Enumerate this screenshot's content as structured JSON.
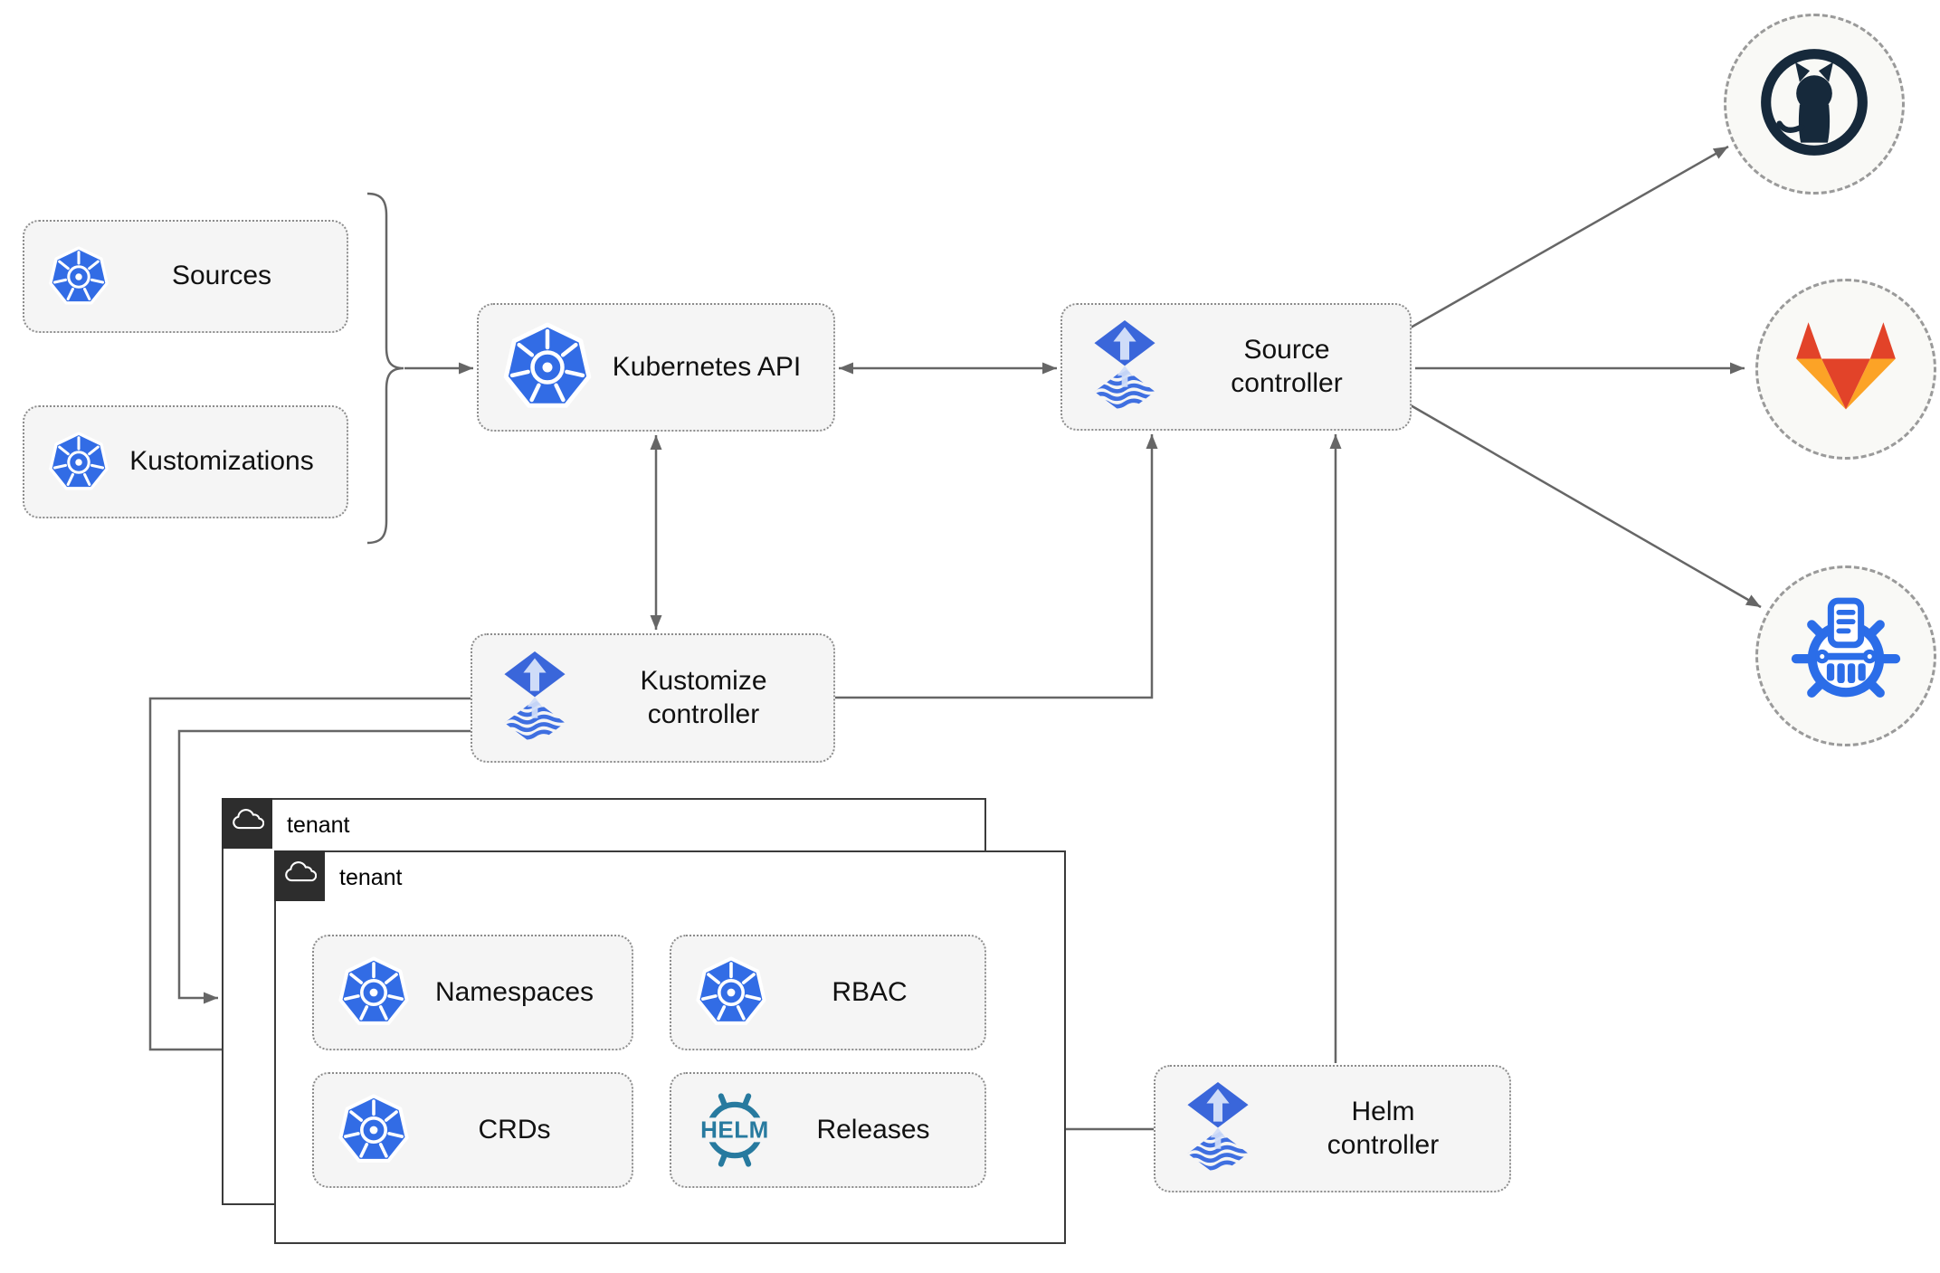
{
  "nodes": {
    "sources": {
      "label": "Sources"
    },
    "kustomizations": {
      "label": "Kustomizations"
    },
    "kubernetes_api": {
      "label": "Kubernetes API"
    },
    "source_controller": {
      "label": "Source controller"
    },
    "kustomize_controller": {
      "label": "Kustomize controller"
    },
    "helm_controller": {
      "label": "Helm controller"
    },
    "namespaces": {
      "label": "Namespaces"
    },
    "rbac": {
      "label": "RBAC"
    },
    "crds": {
      "label": "CRDs"
    },
    "releases": {
      "label": "Releases"
    }
  },
  "tenants": {
    "back": {
      "label": "tenant"
    },
    "front": {
      "label": "tenant"
    }
  },
  "logos": {
    "helm_text": "HELM"
  },
  "remote_repositories": [
    {
      "icon": "github-icon"
    },
    {
      "icon": "gitlab-icon"
    },
    {
      "icon": "chartmuseum-icon"
    }
  ],
  "colors": {
    "kubernetes_blue": "#326ce5",
    "flux_blue": "#3a66da",
    "flux_arrow_light": "#cfdcf8",
    "helm_teal": "#277a9f",
    "github_dark": "#16293b",
    "gitlab_red_orange": "#e24329",
    "gitlab_light_orange": "#fca326",
    "chartmuseum_blue": "#2b6de8",
    "connector_gray": "#666666",
    "node_fill": "#f5f5f5",
    "node_border": "#8c8c8c",
    "tenant_border": "#3b3b3b",
    "tenant_header_bg": "#2d2d2d",
    "circle_fill": "#f9f9f6",
    "circle_border": "#9a9a9a"
  }
}
